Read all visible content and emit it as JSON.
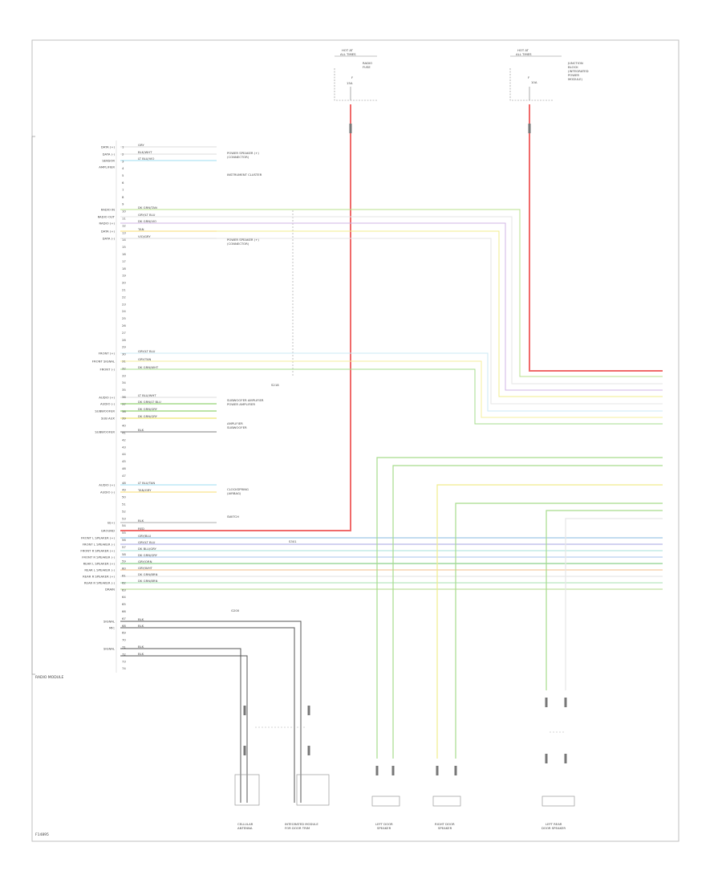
{
  "diagram": {
    "module_label": "RADIO MODULE",
    "figure_code": "F14895",
    "fuse_box_1": {
      "title_lines": [
        "HOT AT",
        "ALL TIMES"
      ],
      "fuse": "F",
      "rating": "15A",
      "side_label": [
        "RADIO",
        "FUSE"
      ]
    },
    "fuse_box_2": {
      "title_lines": [
        "HOT AT",
        "ALL TIMES"
      ],
      "fuse": "F",
      "rating": "10A",
      "side_label": [
        "JUNCTION",
        "BLOCK",
        "(INTEGRATED",
        "POWER",
        "MODULE)"
      ]
    },
    "splice_labels": [
      "S218",
      "S301",
      "G200"
    ],
    "pin_labels": [
      "DATA (+)",
      "DATA (-)",
      "SENSOR",
      "AMPLIFIER",
      "RADIO IN",
      "RADIO OUT",
      "RADIO (+)",
      "DATA (+)",
      "DATA (-)",
      "FRONT (+)",
      "FRONT SIGNAL",
      "FRONT (-)",
      "AUDIO (+)",
      "AUDIO (-)",
      "SUBWOOFER",
      "SUB AUX",
      "SUBWOOFER",
      "AUDIO (+)",
      "AUDIO (-)",
      "B(+)",
      "GROUND",
      "FRONT L SPEAKER (+)",
      "FRONT L SPEAKER (-)",
      "FRONT R SPEAKER (+)",
      "FRONT R SPEAKER (-)",
      "REAR L SPEAKER (+)",
      "REAR L SPEAKER (-)",
      "REAR R SPEAKER (+)",
      "REAR R SPEAKER (-)",
      "DRAIN",
      "SIGNAL",
      "MIC",
      "SIGNAL"
    ],
    "wire_labels": [
      "GRY",
      "BLK/WHT",
      "LT BLU/VIO",
      "DK GRN/TAN",
      "GRY/LT BLU",
      "DK GRN/VIO",
      "TAN",
      "VIO/GRY",
      "GRY/LT BLU",
      "GRY/TAN",
      "DK GRN/WHT",
      "LT BLU/WHT",
      "DK GRN/LT BLU",
      "DK GRN/GRY",
      "DK GRN/GRY",
      "BLK",
      "LT BLU/TAN",
      "TAN/GRY",
      "BLK",
      "RED",
      "GRY/BLU",
      "GRY/LT BLU",
      "DK BLU/GRY",
      "DK GRN/GRY",
      "GRY/ORN",
      "GRY/WHT",
      "DK GRN/BRN",
      "DK GRN/BRN",
      "BLK",
      "BLK",
      "BLK",
      "BLK"
    ],
    "destinations": [
      "POWER SPEAKER (+)",
      "(CONNECTOR)",
      "INSTRUMENT CLUSTER",
      "POWER SPEAKER (+)",
      "(CONNECTOR)",
      "SUBWOOFER AMPLIFIER",
      "POWER AMPLIFIER",
      "AMPLIFIER",
      "SUBWOOFER",
      "CLOCKSPRING",
      "(AIRBAG)",
      "SWITCH"
    ],
    "components": {
      "c1": [
        "CELLULAR",
        "ANTENNA"
      ],
      "c2": [
        "INTEGRATED MODULE",
        "FOR DOOR TRIM"
      ],
      "c3": [
        "LEFT DOOR",
        "SPEAKER"
      ],
      "c4": [
        "RIGHT DOOR",
        "SPEAKER"
      ],
      "c5": [
        "LEFT REAR",
        "DOOR SPEAKER"
      ]
    }
  }
}
